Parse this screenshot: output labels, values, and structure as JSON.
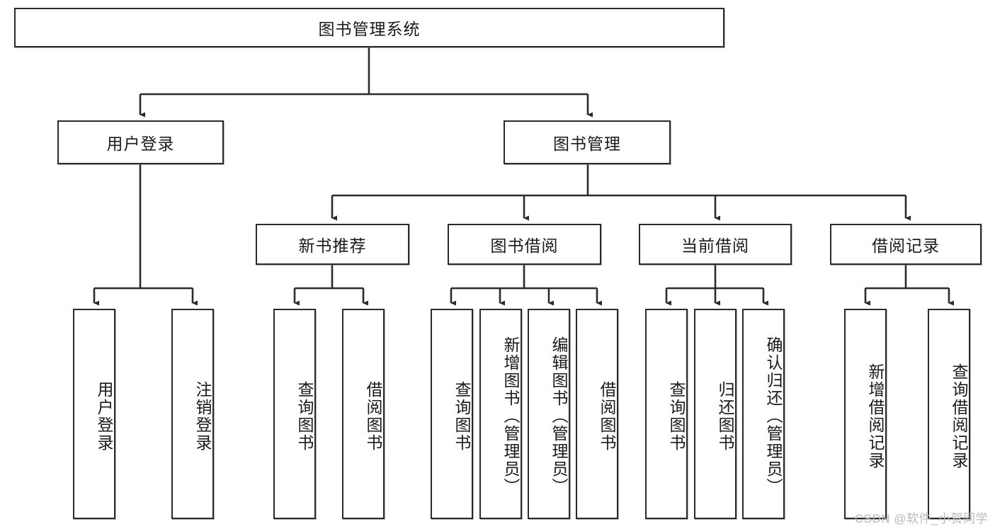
{
  "diagram": {
    "title": "图书管理系统",
    "type": "tree-hierarchy",
    "watermark": "CSDN @软件_小贺同学",
    "colors": {
      "box_border": "#2b2b2b",
      "box_fill": "#ffffff",
      "edge": "#2b2b2b",
      "text": "#1a1a1a",
      "watermark": "#b9b9b9",
      "background": "#ffffff"
    }
  },
  "nodes": {
    "root": {
      "label": "图书管理系统"
    },
    "level2": [
      {
        "label": "用户登录"
      },
      {
        "label": "图书管理"
      }
    ],
    "level3": [
      {
        "label": "新书推荐"
      },
      {
        "label": "图书借阅"
      },
      {
        "label": "当前借阅"
      },
      {
        "label": "借阅记录"
      }
    ],
    "leaves": {
      "user_login": [
        {
          "label": "用户登录"
        },
        {
          "label": "注销登录"
        }
      ],
      "new_book_recommend": [
        {
          "label": "查询图书"
        },
        {
          "label": "借阅图书"
        }
      ],
      "book_borrow": [
        {
          "label": "查询图书"
        },
        {
          "label": "新增图书（管理员）"
        },
        {
          "label": "编辑图书（管理员）"
        },
        {
          "label": "借阅图书"
        }
      ],
      "current_borrow": [
        {
          "label": "查询图书"
        },
        {
          "label": "归还图书"
        },
        {
          "label": "确认归还（管理员）"
        }
      ],
      "borrow_record": [
        {
          "label": "新增借阅记录"
        },
        {
          "label": "查询借阅记录"
        }
      ]
    }
  }
}
